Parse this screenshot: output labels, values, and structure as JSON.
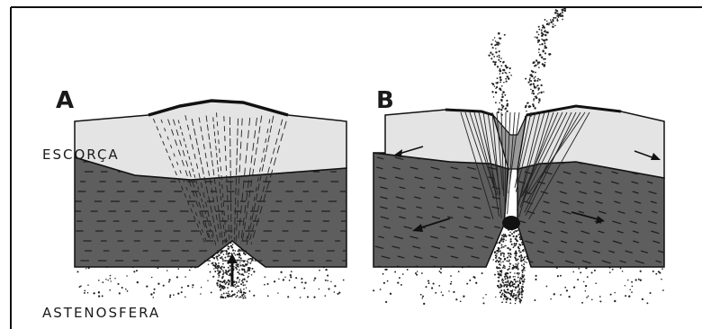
{
  "panels": [
    {
      "letter": "A"
    },
    {
      "letter": "B"
    }
  ],
  "labels": {
    "crust": "ESCORÇA",
    "asthenosphere": "ASTENOSFERA"
  },
  "colors": {
    "frame": "#111111",
    "crust": "#e4e4e4",
    "mantle": "#5e5e5e",
    "dash": "#1e1e1e",
    "stipple": "#222222",
    "paper": "#ffffff"
  }
}
